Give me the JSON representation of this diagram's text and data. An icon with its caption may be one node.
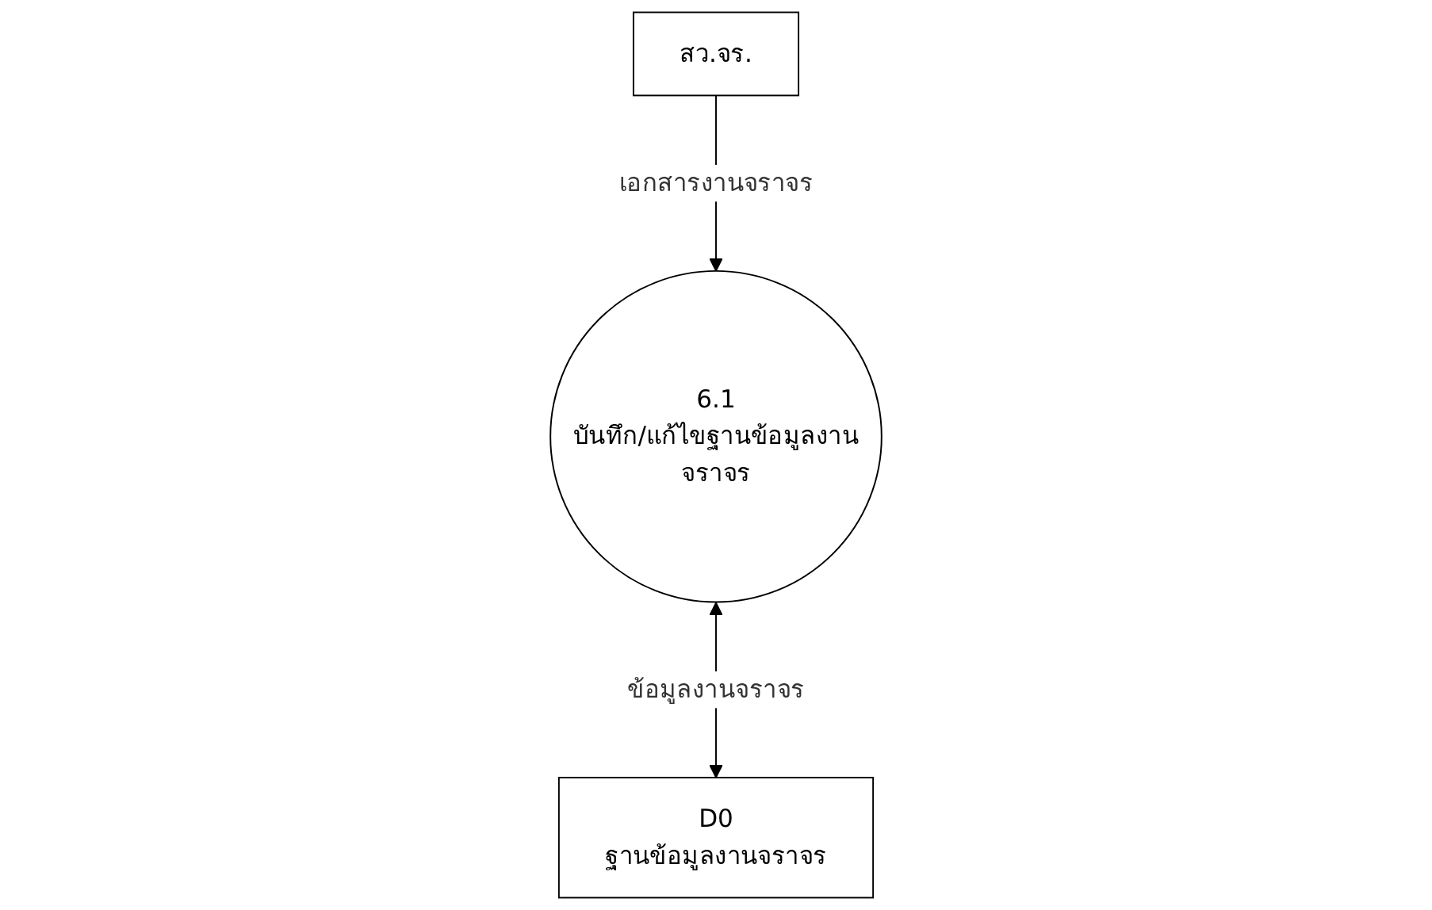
{
  "diagram": {
    "nodes": [
      {
        "text": [
          "สว.จร."
        ]
      },
      {
        "text": [
          "6.1",
          "บันทึก/แก้ไขฐานข้อมูลงานจราจร"
        ]
      },
      {
        "text": [
          "D0",
          "ฐานข้อมูลงานจราจร"
        ]
      }
    ],
    "edges": [
      {
        "from": 0,
        "to": 1,
        "arrow": "to",
        "label": "เอกสารงานจราจร"
      },
      {
        "from": 1,
        "to": 2,
        "arrow": "both",
        "label": "ข้อมูลงานจราจร"
      }
    ]
  }
}
